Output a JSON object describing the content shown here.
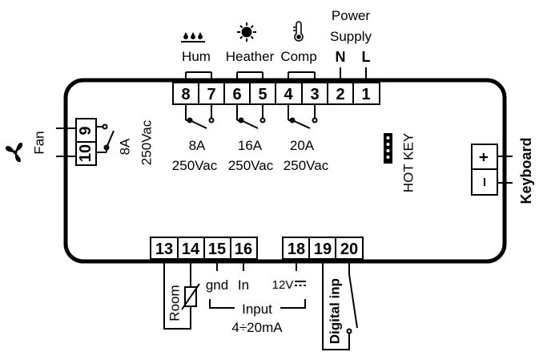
{
  "top_terminals": [
    "8",
    "7",
    "6",
    "5",
    "4",
    "3",
    "2",
    "1"
  ],
  "bottom_terminals_left": [
    "13",
    "14",
    "15",
    "16"
  ],
  "bottom_terminals_right": [
    "18",
    "19",
    "20"
  ],
  "fan_terminals": [
    "9",
    "10"
  ],
  "keyboard_terminals": [
    "+",
    "–"
  ],
  "labels": {
    "hum": "Hum",
    "heather": "Heather",
    "comp": "Comp",
    "power_line1": "Power",
    "power_line2": "Supply",
    "n": "N",
    "l": "L",
    "fan": "Fan",
    "fan_amp": "8A",
    "fan_volt": "250Vac",
    "relay1_amp": "8A",
    "relay1_volt": "250Vac",
    "relay2_amp": "16A",
    "relay2_volt": "250Vac",
    "relay3_amp": "20A",
    "relay3_volt": "250Vac",
    "hot_key": "HOT KEY",
    "keyboard": "Keyboard",
    "room": "Room",
    "gnd": "gnd",
    "in": "In",
    "twelve_v": "12V",
    "input_line1": "Input",
    "input_line2": "4÷20mA",
    "digital_inp": "Digital inp"
  },
  "icons": [
    "humidity-drops-icon",
    "sun-heater-icon",
    "compressor-thermometer-icon",
    "fan-icon",
    "thermistor-icon",
    "dc-symbol-icon"
  ]
}
